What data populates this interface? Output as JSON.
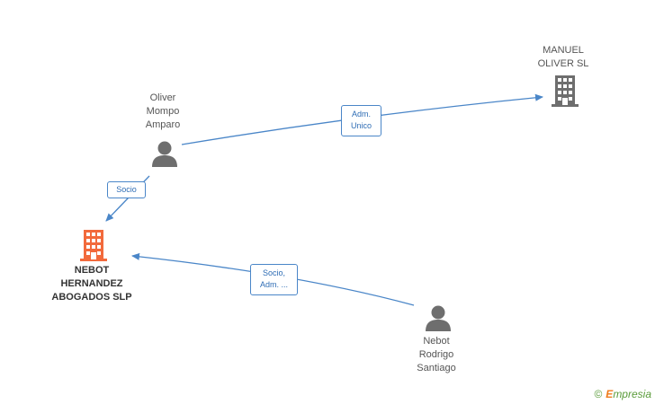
{
  "colors": {
    "edge": "#4a86c8",
    "person_icon": "#6e6e6e",
    "company_icon": "#6e6e6e",
    "focus_company_icon": "#f26a3c"
  },
  "nodes": {
    "manuel": {
      "lines": [
        "MANUEL",
        "OLIVER SL"
      ],
      "icon": "building-icon"
    },
    "oliver": {
      "lines": [
        "Oliver",
        "Mompo",
        "Amparo"
      ],
      "icon": "person-icon"
    },
    "nebot_slp": {
      "lines": [
        "NEBOT",
        "HERNANDEZ",
        "ABOGADOS SLP"
      ],
      "icon": "building-icon"
    },
    "nebot_rodrigo": {
      "lines": [
        "Nebot",
        "Rodrigo",
        "Santiago"
      ],
      "icon": "person-icon"
    }
  },
  "edges": {
    "oliver_manuel": {
      "lines": [
        "Adm.",
        "Unico"
      ]
    },
    "oliver_nebot": {
      "lines": [
        "Socio"
      ]
    },
    "rodrigo_nebot": {
      "lines": [
        "Socio,",
        "Adm. ..."
      ]
    }
  },
  "watermark": {
    "copyright": "©",
    "brand_initial": "E",
    "brand_rest": "mpresia"
  }
}
